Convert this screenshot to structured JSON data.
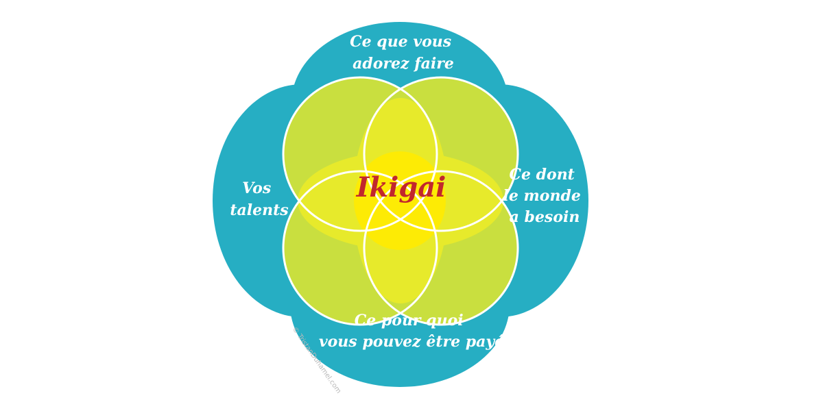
{
  "diagram": {
    "center": "Ikigai",
    "labels": {
      "top": [
        "Ce que vous",
        "adorez faire"
      ],
      "left": [
        "Vos",
        "talents"
      ],
      "right": [
        "Ce dont",
        "le monde",
        "a besoin"
      ],
      "bottom": [
        "Ce pour quoi",
        "vous pouvez être payé"
      ]
    },
    "copyright": "© TristanDuhamel.com"
  },
  "colors": {
    "outer": "#26aec3",
    "petal": "#c9df3f",
    "inner": "#e7ea2b",
    "center": "#fdeb05",
    "stroke": "#ffffff",
    "center_text": "#c1272d",
    "label_text": "#ffffff"
  }
}
